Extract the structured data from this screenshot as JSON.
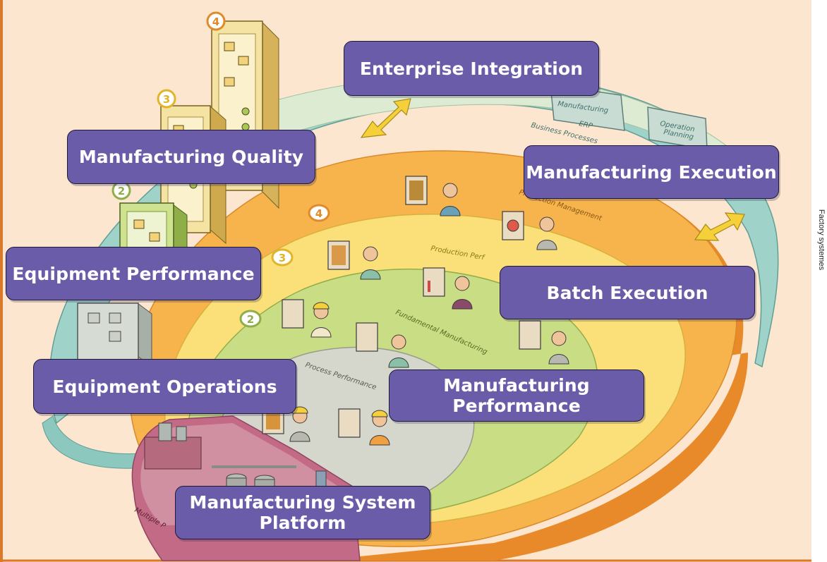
{
  "labels": {
    "enterprise_integration": "Enterprise Integration",
    "manufacturing_quality": "Manufacturing Quality",
    "manufacturing_execution": "Manufacturing Execution",
    "equipment_performance": "Equipment Performance",
    "batch_execution": "Batch Execution",
    "equipment_operations": "Equipment Operations",
    "manufacturing_performance": [
      "Manufacturing",
      "Performance"
    ],
    "manufacturing_system_platform": [
      "Manufacturing System",
      "Platform"
    ]
  },
  "side_caption": "Factory systemes",
  "level_badges": [
    "4",
    "3",
    "2"
  ],
  "tablet_badges": [
    "4",
    "3",
    "2"
  ],
  "ring_labels": {
    "production_management": "Production Management",
    "production_performance": "Production Perf",
    "fundamental_manufacturing": "Fundamental Manufacturing",
    "process_performance": "Process Performance",
    "multiple_plants": "Multiple P",
    "erp": "ERP",
    "business_processes": "Business Processes",
    "manufacturing_panel": "Manufacturing",
    "operation_planning": [
      "Operation",
      "Planning"
    ]
  },
  "colors": {
    "background": "#fde6cf",
    "frame_line": "#d87a2a",
    "label_fill": "#6a5ca8",
    "label_text": "#ffffff",
    "ring_outer": "#f7b44d",
    "ring_3": "#fbe07a",
    "ring_2": "#c9dd85",
    "ring_1": "#d6d7cc",
    "teal_band": "#9fd2c8",
    "arrow_yellow": "#f5d03a"
  }
}
